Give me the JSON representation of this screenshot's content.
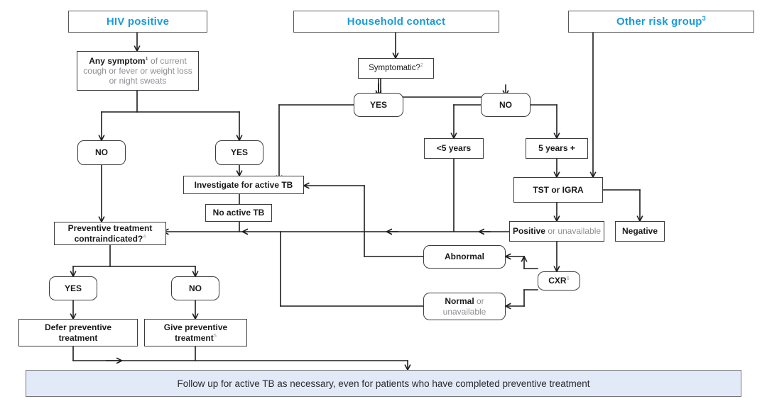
{
  "diagram": {
    "title": "TB preventive treatment algorithm",
    "colors": {
      "header_text": "#1b9bd8",
      "banner_fill": "#e3eaf7",
      "stroke": "#3c3c40",
      "muted_text": "#8d8f93"
    }
  },
  "headers": [
    {
      "id": "hdr-hiv",
      "label": "HIV positive"
    },
    {
      "id": "hdr-household",
      "label": "Household contact"
    },
    {
      "id": "hdr-other",
      "label": "Other risk group",
      "sup": "3"
    }
  ],
  "nodes": {
    "any_symptom": {
      "bold": "Any symptom",
      "sup": "1",
      "rest": " of current",
      "line2": "cough or fever or weight loss",
      "line3": "or night sweats"
    },
    "symptomatic": {
      "label": "Symptomatic?",
      "sup": "2"
    },
    "hiv_no": {
      "label": "NO"
    },
    "hiv_yes": {
      "label": "YES"
    },
    "hh_yes": {
      "label": "YES"
    },
    "hh_no": {
      "label": "NO"
    },
    "under5": {
      "label": "<5 years"
    },
    "over5": {
      "label": "5 years +"
    },
    "tst_igra": {
      "label": "TST or IGRA"
    },
    "positive": {
      "bold": "Positive",
      "rest": " or unavailable"
    },
    "negative": {
      "label": "Negative"
    },
    "investigate": {
      "label": "Investigate for active TB"
    },
    "no_active_tb": {
      "label": "No active TB"
    },
    "contraindicated": {
      "line1": "Preventive treatment",
      "line2": "contraindicated?",
      "sup": "4"
    },
    "ct_yes": {
      "label": "YES"
    },
    "ct_no": {
      "label": "NO"
    },
    "defer": {
      "line1": "Defer preventive",
      "line2": "treatment"
    },
    "give": {
      "line1": "Give preventive",
      "line2": "treatment",
      "sup": "5"
    },
    "abnormal": {
      "label": "Abnormal"
    },
    "cxr": {
      "label": "CXR",
      "sup": "6"
    },
    "normal": {
      "bold": "Normal",
      "rest": " or",
      "line2": "unavailable"
    }
  },
  "banner": {
    "text": "Follow up for active TB as necessary, even for patients who have completed preventive treatment"
  }
}
